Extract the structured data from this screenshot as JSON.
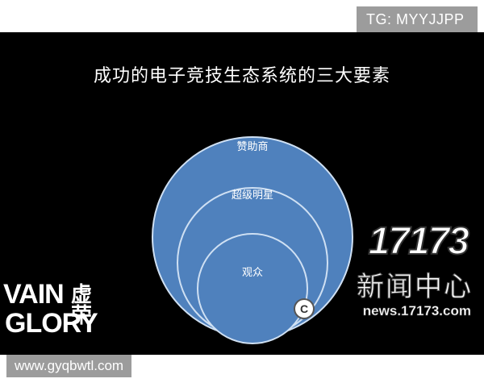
{
  "watermark_top": "TG: MYYJJPP",
  "watermark_bottom": "www.gyqbwtl.com",
  "slide": {
    "title": "成功的电子竞技生态系统的三大要素"
  },
  "diagram": {
    "circles": [
      {
        "label": "赞助商",
        "fill": "#4f81bd",
        "stroke": "#cfe0f3"
      },
      {
        "label": "超级明星",
        "fill": "#4f81bd",
        "stroke": "#cfe0f3"
      },
      {
        "label": "观众",
        "fill": "#4f81bd",
        "stroke": "#cfe0f3"
      }
    ]
  },
  "logo_left": {
    "line1_latin": "VAIN",
    "line1_cjk": "虚荣",
    "line2": "GLORY"
  },
  "logo_right": {
    "brand": "17173",
    "subtitle": "新闻中心",
    "url": "news.17173.com"
  },
  "colors": {
    "background": "#000000",
    "circle_fill": "#4f81bd",
    "circle_stroke": "#cfe0f3",
    "tag_bg": "#9c9c9c"
  }
}
